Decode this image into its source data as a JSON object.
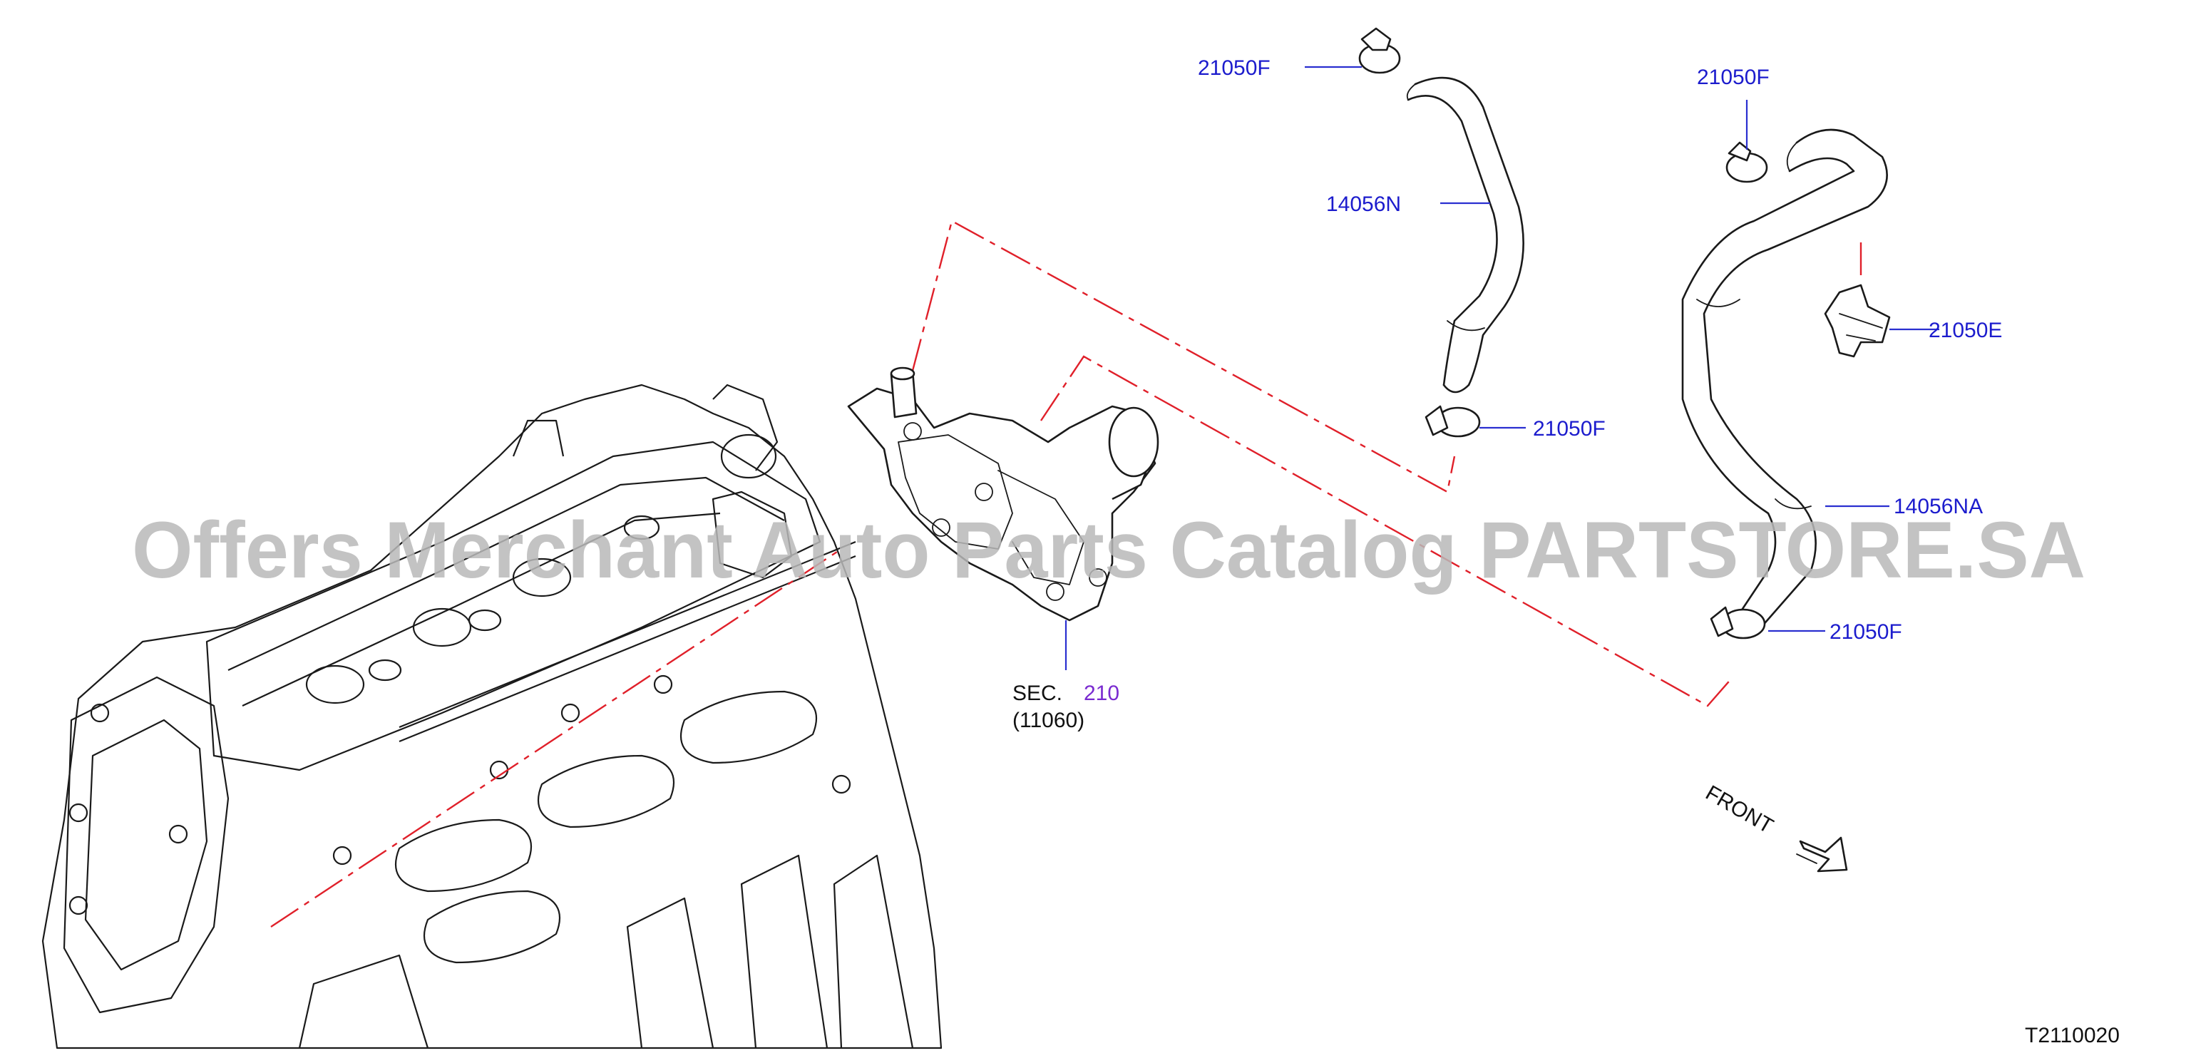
{
  "diagram": {
    "callouts": [
      {
        "id": "c1",
        "text": "21050F"
      },
      {
        "id": "c2",
        "text": "14056N"
      },
      {
        "id": "c3",
        "text": "21050F"
      },
      {
        "id": "c4",
        "text": "21050F"
      },
      {
        "id": "c5",
        "text": "21050E"
      },
      {
        "id": "c6",
        "text": "14056NA"
      },
      {
        "id": "c7",
        "text": "21050F"
      }
    ],
    "section": {
      "prefix": "SEC.",
      "number": "210",
      "code": "(11060)"
    },
    "direction_label": "FRONT",
    "drawing_code": "T2110020",
    "watermark": "Offers Merchant Auto Parts Catalog PARTSTORE.SA"
  },
  "colors": {
    "callout_text": "#1c1ccd",
    "leader": "#2a2fd0",
    "dash_line": "#e0202a",
    "section_number": "#7a2bd0",
    "watermark": "#b9b9b9"
  }
}
